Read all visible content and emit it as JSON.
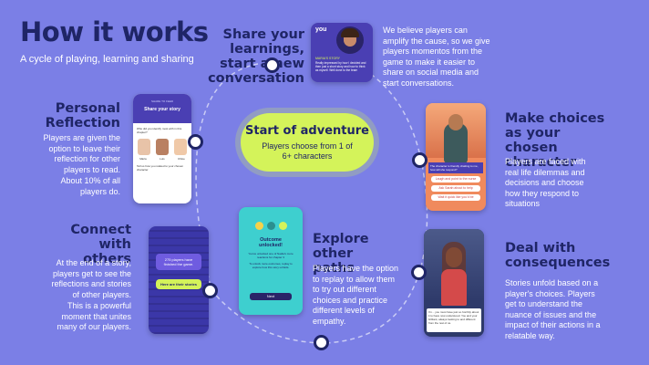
{
  "header": {
    "title": "How it works",
    "subtitle": "A cycle of playing, learning and sharing"
  },
  "center": {
    "title": "Start of adventure",
    "subtitle": "Players choose from 1 of 6+ characters"
  },
  "share": {
    "title": "Share your learnings, start a new conversation",
    "body": "We believe players can amplify the cause, so we give players momentos from the game to make it easier to share on social media and start conversations.",
    "card_you": "you",
    "card_caption": "MARIA'S STORY",
    "card_body": "Really impressed by how I decided and then just a short story and how to think as myself. Well done to the team"
  },
  "reflection": {
    "title": "Personal Reflection",
    "body1": "Players are given the option to leave their reflection for other players to read.",
    "body2": "About 10% of all players do.",
    "card_top": "SHARE TO FEED",
    "card_title": "Share your story",
    "card_question": "Who did you identify most with in this chapter?",
    "card_names": [
      "Maria",
      "Luis",
      "Chloe"
    ],
    "card_prompt": "Tell us how you related to your chosen character"
  },
  "choices": {
    "title": "Make choices as your chosen character",
    "body": "Players are faced with real life dilemmas and decisions and choose how they respond to situations",
    "card_prompt": "The character is friendly chatting to me, how will she respond?",
    "card_options": [
      "Laugh and point to the nurse",
      "Ask Sarah about to help",
      "Wait it quick like you'd be"
    ]
  },
  "connect": {
    "title": "Connect with others",
    "body1": "At the end of a story, players get to see the reflections and stories of other players.",
    "body2": "This is a powerful moment that unites many of our players.",
    "card_bubble": "275 players have finished the game.",
    "card_button": "Here are their stories"
  },
  "explore": {
    "title": "Explore other paths",
    "body": "Players have the option to replay to allow them to try out different choices and practice different levels of empathy.",
    "card_title": "Outcome unlocked!",
    "card_body": "You've unlocked one of Nadia's more reactions for chapter 3",
    "card_body2": "To unlock more outcomes, replay to explore how this story unfolds.",
    "card_button": "Next"
  },
  "consequences": {
    "title": "Deal with consequences",
    "body": "Stories unfold based on a player's choices. Players get to understand the nuance of issues and the impact of their actions in a relatable way.",
    "card_text": "I'm... you must have just so horribly about it to have now understood. You and your brilliant, always looking to and different from the rest of us."
  },
  "colors": {
    "background": "#7b7fe6",
    "heading": "#1f2566",
    "accent": "#d4f35a",
    "card_purple": "#4a3fb3",
    "card_teal": "#3ecfcf",
    "card_orange": "#f08a5d"
  }
}
